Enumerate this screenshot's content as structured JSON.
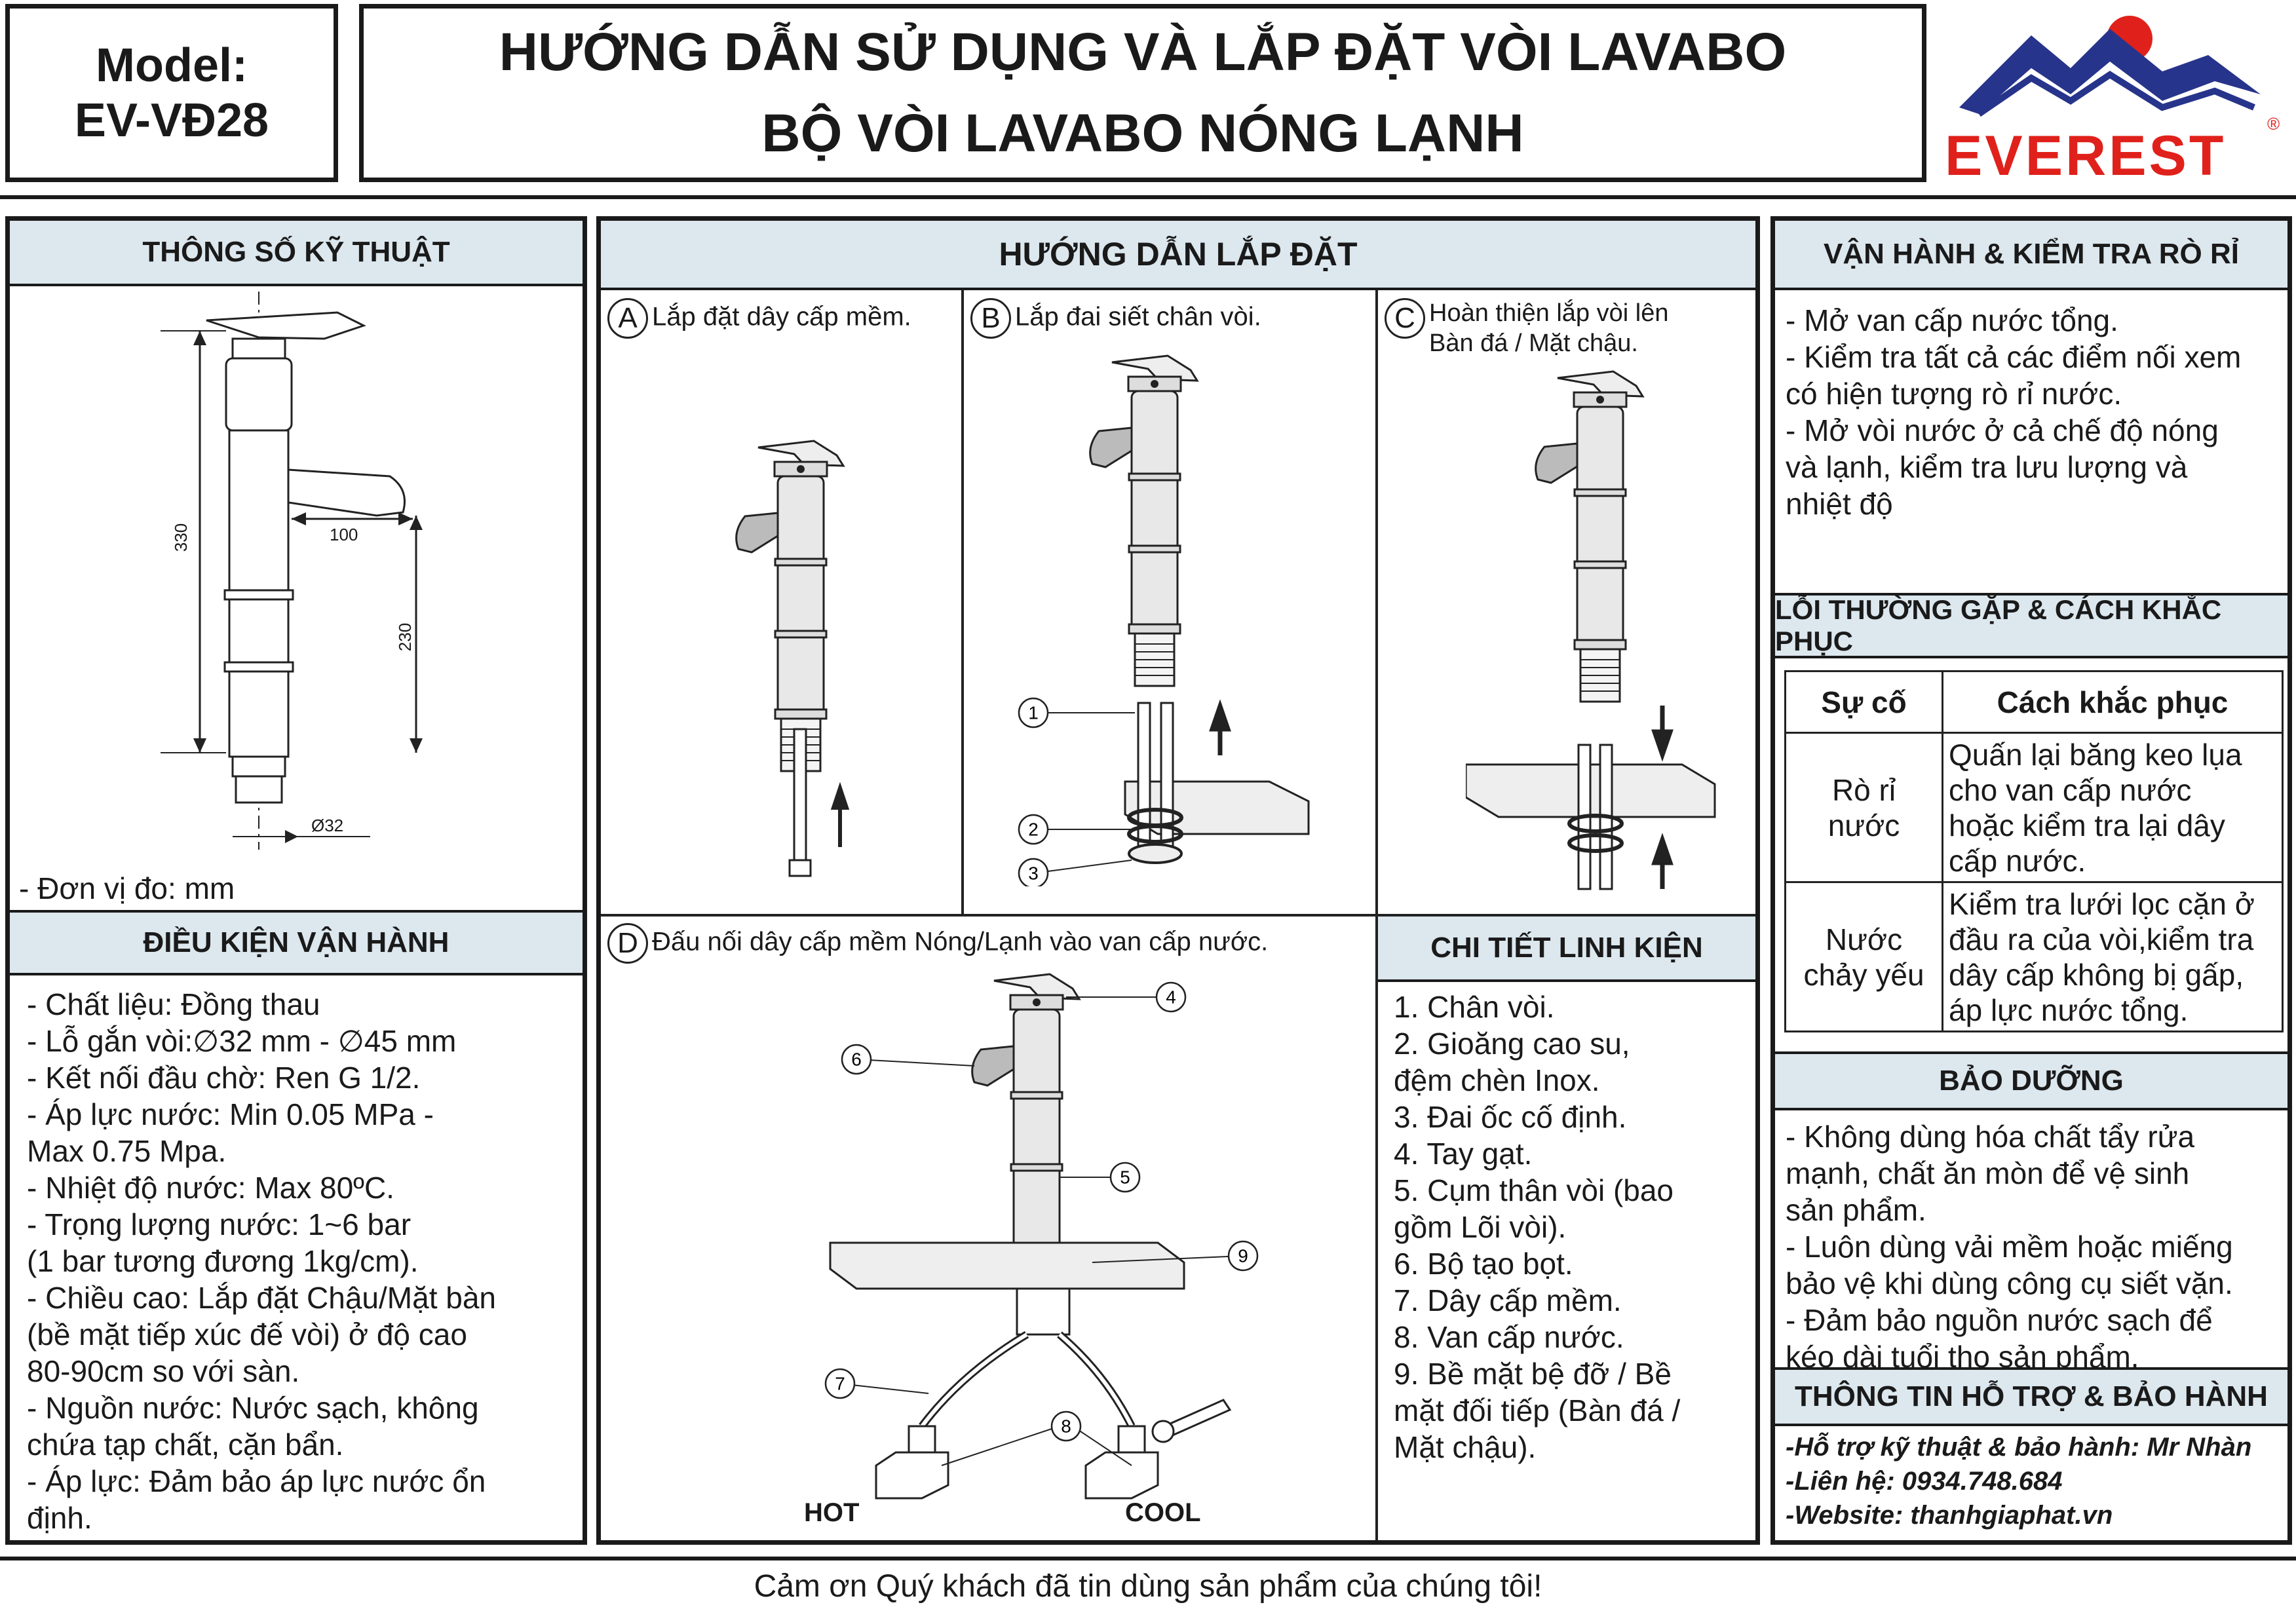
{
  "header": {
    "model_label": "Model:",
    "model_code": "EV-VĐ28",
    "title_line1": "HƯỚNG DẪN SỬ DỤNG VÀ LẮP ĐẶT VÒI LAVABO",
    "title_line2": "BỘ VÒI LAVABO NÓNG LẠNH",
    "brand": "EVEREST",
    "brand_mark": "®"
  },
  "specs": {
    "title": "THÔNG SỐ KỸ THUẬT",
    "dim_height": "330",
    "dim_spout_height": "230",
    "dim_reach": "100",
    "dim_diameter": "Ø32",
    "unit_note": "- Đơn vị đo: mm"
  },
  "conditions": {
    "title": "ĐIỀU KIỆN VẬN HÀNH",
    "text": "- Chất liệu: Đồng thau\n- Lỗ gắn vòi:∅32 mm - ∅45 mm\n- Kết nối đầu chờ: Ren G 1/2.\n- Áp lực nước: Min 0.05 MPa -\nMax 0.75 Mpa.\n- Nhiệt độ nước: Max 80ºC.\n- Trọng lượng nước: 1~6 bar\n(1 bar tương đương 1kg/cm).\n- Chiều cao: Lắp đặt Chậu/Mặt bàn\n(bề mặt tiếp xúc đế vòi) ở độ cao\n80-90cm so với sàn.\n- Nguồn nước: Nước sạch, không\nchứa tạp chất, cặn bẩn.\n- Áp lực: Đảm bảo áp lực nước ổn\nđịnh."
  },
  "install": {
    "title": "HƯỚNG DẪN LẮP ĐẶT",
    "step_a_letter": "A",
    "step_a": "Lắp đặt dây cấp mềm.",
    "step_b_letter": "B",
    "step_b": "Lắp đai siết chân vòi.",
    "step_c_letter": "C",
    "step_c": "Hoàn thiện lắp vòi lên\nBàn đá / Mặt chậu.",
    "step_d_letter": "D",
    "step_d": "Đấu nối dây cấp mềm Nóng/Lạnh vào van cấp nước.",
    "hot": "HOT",
    "cool": "COOL",
    "callouts": [
      "1",
      "2",
      "3",
      "4",
      "5",
      "6",
      "7",
      "8",
      "9"
    ]
  },
  "parts": {
    "title": "CHI TIẾT LINH KIỆN",
    "text": "1. Chân vòi.\n2. Gioăng cao su,\nđệm chèn Inox.\n3. Đai ốc cố định.\n4. Tay gạt.\n5. Cụm thân vòi (bao\ngồm Lõi vòi).\n6. Bộ tạo bọt.\n7. Dây cấp mềm.\n8. Van cấp nước.\n9. Bề mặt bệ đỡ / Bề\nmặt đối tiếp (Bàn đá /\nMặt chậu)."
  },
  "operation": {
    "title": "VẬN HÀNH & KIỂM TRA RÒ RỈ",
    "text": "- Mở van cấp nước tổng.\n- Kiểm tra tất cả các điểm nối xem\ncó hiện tượng rò rỉ nước.\n- Mở vòi nước ở cả chế độ nóng\nvà lạnh, kiểm tra lưu lượng và\nnhiệt độ"
  },
  "faults": {
    "title": "LỖI THƯỜNG GẶP & CÁCH KHẮC PHỤC",
    "col1": "Sự cố",
    "col2": "Cách khắc phục",
    "rows": [
      {
        "issue": "Rò rỉ\nnước",
        "fix": "Quấn lại băng keo lụa\ncho van cấp nước\nhoặc kiểm tra lại dây\ncấp nước."
      },
      {
        "issue": "Nước\nchảy yếu",
        "fix": "Kiểm tra lưới lọc cặn ở\nđầu ra của vòi,kiểm tra\ndây cấp không bị gấp,\náp lực nước tổng."
      }
    ]
  },
  "maintenance": {
    "title": "BẢO DƯỠNG",
    "text": "- Không dùng hóa chất tẩy rửa\nmạnh, chất ăn mòn để vệ sinh\nsản phẩm.\n- Luôn dùng vải mềm hoặc miếng\nbảo vệ khi dùng công cụ siết vặn.\n- Đảm bảo nguồn nước sạch để\nkéo dài tuổi thọ sản phẩm."
  },
  "support": {
    "title": "THÔNG TIN HỖ TRỢ & BẢO HÀNH",
    "line1": "-Hỗ trợ kỹ thuật & bảo hành: Mr Nhàn",
    "line2": "-Liên hệ: 0934.748.684",
    "line3": "-Website: thanhgiaphat.vn"
  },
  "footer": {
    "thanks": "Cảm ơn Quý khách đã tin dùng sản phẩm của chúng tôi!"
  },
  "colors": {
    "header_fill": "#dce7ee",
    "brand_red": "#e0211b",
    "brand_blue": "#27348b"
  }
}
